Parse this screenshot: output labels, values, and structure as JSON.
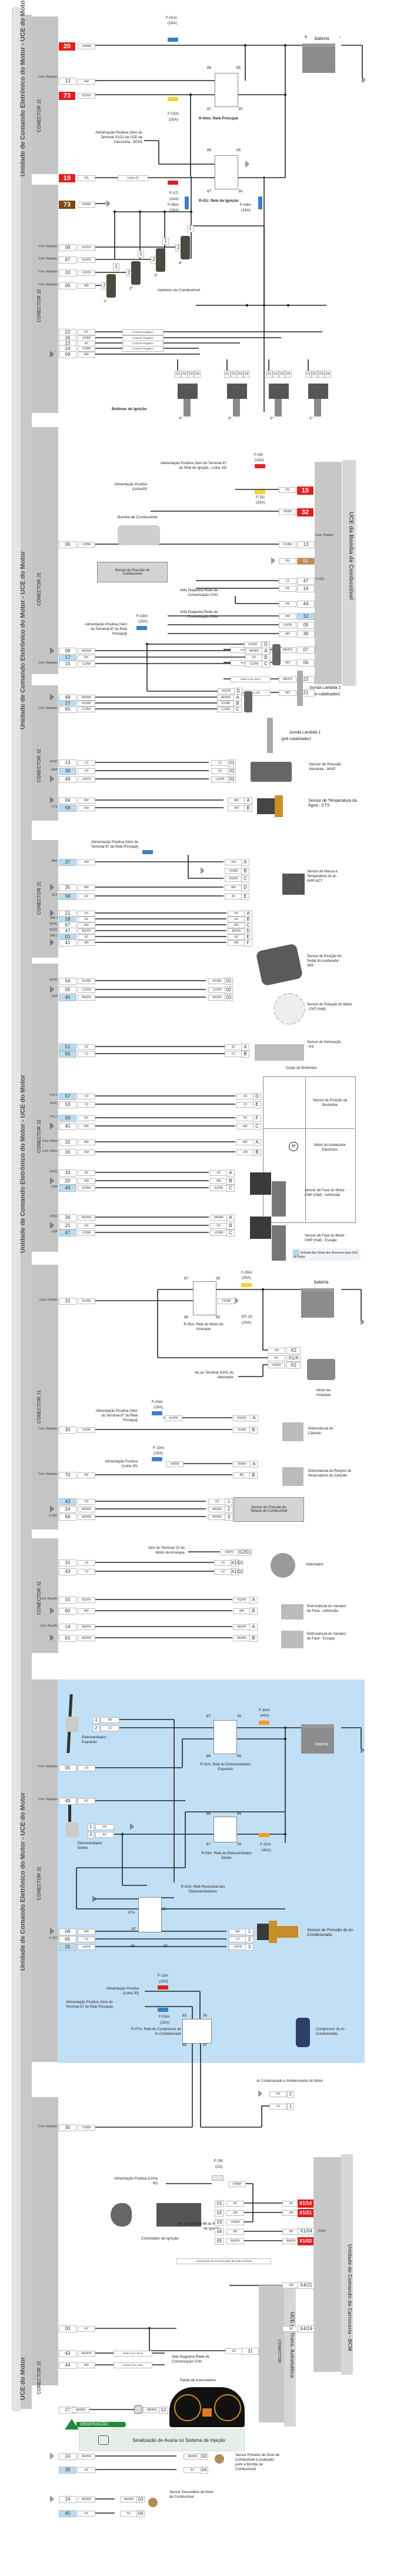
{
  "ecu": {
    "full_name": "Unidade de Comando Eletrônico do Motor - UCE do Motor",
    "short_name": "UCE do Motor"
  },
  "connectors": {
    "j1": "CONECTOR J1",
    "j2": "CONECTOR J2",
    "generic": "CONECTOR"
  },
  "section_power": {
    "fuses": [
      {
        "id": "F-01m",
        "rating": "(15A)"
      },
      {
        "id": "F-02m",
        "rating": "(20A)"
      },
      {
        "id": "F-07i",
        "rating": "(10A)"
      },
      {
        "id": "F-05m",
        "rating": "(15A)"
      },
      {
        "id": "F-04m",
        "rating": "(15A)"
      }
    ],
    "battery_label": "bateria",
    "battery_plus": "+",
    "battery_minus": "-",
    "relay_main": {
      "name": "R-04m: Relé Principal",
      "t86": "86",
      "t85": "85",
      "t87": "87",
      "t30": "30"
    },
    "relay_ign": {
      "name": "R-01i: Relé de Ignição",
      "t86": "86",
      "t85": "85",
      "t87": "87",
      "t30": "30"
    },
    "bcm_feed": "Alimentação Positiva (Vem do Terminal X1/21 da UCE da Carroceria - BCM)",
    "linha15": "Linha 15",
    "pins": [
      {
        "pin": "20",
        "wire": "VM/BR",
        "side": ""
      },
      {
        "pin": "13",
        "wire": "AM",
        "side": "Cont. Negativo"
      },
      {
        "pin": "73",
        "wire": "RS/PR",
        "side": ""
      },
      {
        "pin": "19",
        "wire": "RS",
        "side": ""
      },
      {
        "pin": "73",
        "wire": "PR/BR",
        "side": ""
      }
    ]
  },
  "section_injectors": {
    "title": "Injetores de Combustível",
    "rows": [
      {
        "pin": "08",
        "wire": "AZ/PR",
        "side": "Cont. Negativo",
        "order": "4º"
      },
      {
        "pin": "07",
        "wire": "RS/PR",
        "side": "Cont. Negativo",
        "order": "3º"
      },
      {
        "pin": "10",
        "wire": "VD/PR",
        "side": "Cont. Negativo",
        "order": "2º"
      },
      {
        "pin": "06",
        "wire": "MR",
        "side": "Cont. Negativo",
        "order": "1º"
      }
    ],
    "inj_pin1": "1",
    "inj_pin2": "2"
  },
  "section_coils": {
    "title": "Bobinas de Ignição",
    "control_label": "Controle Negativo",
    "rows": [
      {
        "pin": "22",
        "wire": "RX"
      },
      {
        "pin": "26",
        "wire": "LR/BR"
      },
      {
        "pin": "23",
        "wire": "AZ"
      },
      {
        "pin": "24",
        "wire": "VD/BR"
      },
      {
        "pin": "09",
        "wire": "MR"
      }
    ],
    "coil_pins": [
      "01",
      "02",
      "03",
      "04"
    ],
    "coil_orders": [
      "4º",
      "3º",
      "2º",
      "1º"
    ]
  },
  "section_fuel_pump": {
    "module": "UCE da Bomba de Combustível",
    "fuses": [
      {
        "id": "F-09i",
        "rating": "(10A)"
      },
      {
        "id": "F-31i",
        "rating": "(20A)"
      },
      {
        "id": "F-03m",
        "rating": "(15A)"
      }
    ],
    "feed_ign": "Alimentação Positiva (Vem do Terminal 87 do Relé de Ignição - Linha 15)",
    "feed_30": "Alimentação Positiva (Linha30)",
    "feed_main": "Alimentação Positiva (Vem do Terminal 87 do Relé Principal)",
    "pump": "Bomba de Combustível",
    "pressure_sensor": "Sensor de Pressão do Combustível",
    "can_note": "Vide Diagrama Rede de Comunicação CAN",
    "can_high": "Rede CAN HIGH",
    "can_low": "Rede CAN LOW",
    "cont_positivo": "Cont. Positivo",
    "v5": "5 VDC",
    "module_pins": [
      {
        "pin": "15",
        "wire": "RS"
      },
      {
        "pin": "32",
        "wire": "VM/BR"
      },
      {
        "pin": "13",
        "wire": "VD/BR"
      },
      {
        "pin": "01",
        "wire": "PR"
      },
      {
        "pin": "47",
        "wire": "CZ"
      },
      {
        "pin": "16",
        "wire": "PR"
      },
      {
        "pin": "44",
        "wire": "PR"
      },
      {
        "pin": "10",
        "wire": "AM"
      },
      {
        "pin": "05",
        "wire": "LR/PR"
      },
      {
        "pin": "36",
        "wire": "MR"
      },
      {
        "pin": "07",
        "wire": "MR/PR"
      },
      {
        "pin": "06",
        "wire": "MR"
      },
      {
        "pin": "22",
        "wire": "MR/PR"
      },
      {
        "pin": "21",
        "wire": "MR"
      }
    ],
    "ecu_pin": {
      "pin": "06",
      "wire": "VD/BR"
    }
  },
  "section_lambda": {
    "lambda2": "Sonda Lambda 2",
    "lambda2_sub": "(pós-catalisador)",
    "lambda1": "Sonda Lambda 1",
    "lambda1_sub": "(pré-catalisador)",
    "rows2": [
      {
        "pin": "09",
        "wire": "MR/BR",
        "term": "A",
        "side": "gnd"
      },
      {
        "pin": "17",
        "wire": "RX",
        "term": "B",
        "side": ""
      },
      {
        "pin": "15",
        "wire": "CZ/BR",
        "term": "C",
        "side": "Cont. Negativo"
      }
    ],
    "rows1": [
      {
        "pin": "48",
        "wire": "MR/BR",
        "term": "A",
        "side": "gnd"
      },
      {
        "pin": "37",
        "wire": "RX/BR",
        "term": "B",
        "side": ""
      },
      {
        "pin": "65",
        "wire": "CZ/BR",
        "term": "C",
        "side": "Cont. Negativo"
      }
    ],
    "feed_wire": "RS/PR",
    "feed_term": "D"
  },
  "section_map": {
    "title": "Sensor de Pressão Absoluta - MAP",
    "rows": [
      {
        "pin": "13",
        "wire": "CZ",
        "term": "01",
        "side": "5VDC"
      },
      {
        "pin": "39",
        "wire": "VD",
        "term": "02",
        "side": "MAP"
      },
      {
        "pin": "49",
        "wire": "LR/PR",
        "term": "03",
        "side": "gnd"
      }
    ]
  },
  "section_cts": {
    "title": "Sensor de Temperatura da Água - CTS",
    "rows": [
      {
        "pin": "04",
        "wire": "MR",
        "term": "A",
        "side": "gnd"
      },
      {
        "pin": "58",
        "wire": "AM",
        "term": "B",
        "side": "CTS"
      }
    ]
  },
  "section_maf": {
    "title": "Sensor de Massa e Temperatura do ar - MAF/ACT",
    "rows": [
      {
        "pin": "37",
        "wire": "AM",
        "term": "A",
        "side": "MAF"
      },
      {
        "pin": "",
        "wire": "PR/BR",
        "term": "B",
        "side": "gnd"
      },
      {
        "pin": "",
        "wire": "RS/PR",
        "term": "C",
        "side": ""
      },
      {
        "pin": "35",
        "wire": "MR",
        "term": "D",
        "side": "gnd"
      },
      {
        "pin": "58",
        "wire": "AZ",
        "term": "E",
        "side": "ACT"
      }
    ]
  },
  "section_spa": {
    "title": "Sensor de Posição do Pedal do Acelerador - SPA",
    "rows": [
      {
        "pin": "21",
        "wire": "RX",
        "term": "A",
        "side": "gnd"
      },
      {
        "pin": "18",
        "wire": "AZ",
        "term": "B",
        "side": "SPA 2"
      },
      {
        "pin": "67",
        "wire": "MR",
        "term": "C",
        "side": "5VDC"
      },
      {
        "pin": "47",
        "wire": "BR/PR",
        "term": "D",
        "side": "5VDC"
      },
      {
        "pin": "01",
        "wire": "AZ",
        "term": "E",
        "side": "SPA 1"
      },
      {
        "pin": "41",
        "wire": "MR",
        "term": "F",
        "side": "gnd"
      }
    ]
  },
  "section_ckp": {
    "title": "Sensor de Rotação do Motor - CKP (Hall)",
    "rows": [
      {
        "pin": "54",
        "wire": "RX/BR",
        "term": "01",
        "side": "5VDC"
      },
      {
        "pin": "05",
        "wire": "CZ/PR",
        "term": "02",
        "side": "gnd"
      },
      {
        "pin": "45",
        "wire": "BR/PR",
        "term": "03",
        "side": "CKP"
      }
    ]
  },
  "section_ks": {
    "title": "Sensor de Detonação - KS",
    "rows": [
      {
        "pin": "51",
        "wire": "AZ",
        "term": "A"
      },
      {
        "pin": "50",
        "wire": "CZ",
        "term": "B"
      }
    ]
  },
  "section_throttle": {
    "title": "Corpo de Borboleta",
    "tps": "Sensor de Posição da Borboleta",
    "motor": "Motor do Acelerador Eletrônico",
    "motor_symbol": "M",
    "rows": [
      {
        "pin": "57",
        "wire": "VD",
        "term": "D",
        "side": "TPS 1"
      },
      {
        "pin": "53",
        "wire": "CZ",
        "term": "E",
        "side": "5VDC"
      },
      {
        "pin": "59",
        "wire": "RX",
        "term": "F",
        "side": "TPS 2"
      },
      {
        "pin": "40",
        "wire": "MR",
        "term": "C",
        "side": "gnd"
      },
      {
        "pin": "32",
        "wire": "MR",
        "term": "A",
        "side": "Cont. Motor"
      },
      {
        "pin": "16",
        "wire": "AM",
        "term": "B",
        "side": "Cont. Motor"
      }
    ]
  },
  "section_cmp": {
    "intake": "Sensor de Fase do Motor - CMP (Hall) - Admissão",
    "exhaust": "Sensor de Fase do Motor - CMP (Hall) - Escape",
    "rows_intake": [
      {
        "pin": "33",
        "wire": "AZ",
        "term": "A",
        "side": "5VDC"
      },
      {
        "pin": "20",
        "wire": "MR",
        "term": "B",
        "side": "gnd"
      },
      {
        "pin": "46",
        "wire": "AZ/BR",
        "term": "C",
        "side": "CMP"
      }
    ],
    "rows_exhaust": [
      {
        "pin": "34",
        "wire": "MR/BR",
        "term": "A",
        "side": "5VDC"
      },
      {
        "pin": "21",
        "wire": "RX",
        "term": "B",
        "side": "gnd"
      },
      {
        "pin": "47",
        "wire": "VD/BR",
        "term": "C",
        "side": "CMP"
      }
    ],
    "legend": "Entrada dos Sinais dos Sensores para UCE do Motor"
  },
  "section_starter": {
    "fuse_main": {
      "id": "F-35m",
      "rating": "(20A)"
    },
    "fuse_ef": {
      "id": "EF-13",
      "rating": "(10A)"
    },
    "relay": {
      "name": "R-05m: Relé do Motor de Arranque",
      "t87": "87",
      "t30": "30",
      "t86": "86",
      "t85": "85"
    },
    "battery_label": "bateria",
    "pin": {
      "pin": "32",
      "wire": "RX/BR",
      "side": "Cont. Positivo"
    },
    "relay_gnd_wire": "PR/BR",
    "starter": "Motor de Arranque",
    "starter_terms": [
      {
        "wire": "VM",
        "term": "X2"
      },
      {
        "wire": "RX",
        "term": "X1/A"
      },
      {
        "wire": "VM/PR",
        "term": "X2"
      }
    ],
    "to_alternator": "Vai ao Terminal X2/01 do Alternador"
  },
  "section_canister": {
    "fuse1": {
      "id": "F-03m",
      "rating": "(15A)"
    },
    "fuse2": {
      "id": "F-10m",
      "rating": "(15A)"
    },
    "feed_main": "Alimentação Positiva (Vem do Terminal 87 do Relé Principal)",
    "feed_30": "Alimentação Positiva (Linha 30)",
    "valve1": "Eletroválvula do Cânister",
    "valve2": "Eletroválvula do Respiro do Reservatório do Cânister",
    "rows1": [
      {
        "pin": "",
        "wire": "RS/PR",
        "term": "A"
      },
      {
        "pin": "30",
        "wire": "VD/BR",
        "term": "B",
        "side": "Cont. Negativo"
      }
    ],
    "rows2": [
      {
        "pin": "",
        "wire": "VM/BR",
        "term": "A"
      },
      {
        "pin": "70",
        "wire": "BR",
        "term": "B",
        "side": "Cont. Negativo"
      }
    ]
  },
  "section_tank": {
    "title": "Sensor de Pressão do Tanque de Combustível",
    "rows": [
      {
        "pin": "42",
        "wire": "VD",
        "term": "1",
        "side": ""
      },
      {
        "pin": "24",
        "wire": "MR/BR",
        "term": "2",
        "side": "gnd"
      },
      {
        "pin": "66",
        "wire": "MR/BR",
        "term": "3",
        "side": "5 VDC"
      }
    ]
  },
  "section_alternator": {
    "title": "Alternador",
    "feed": "Vem do Terminal X2 do Motor de Arranque",
    "rows": [
      {
        "pin": "",
        "wire": "VM/PR",
        "term": "X2/01"
      },
      {
        "pin": "31",
        "wire": "LR",
        "term": "X1/01"
      },
      {
        "pin": "43",
        "wire": "CZ",
        "term": "X1/02"
      }
    ]
  },
  "section_vvt": {
    "intake": "Eletroválvula do Variador de Fase - Admissão",
    "exhaust": "Eletroválvula do Variador de Fase - Escape",
    "rows_intake": [
      {
        "pin": "15",
        "wire": "RS/PR",
        "term": "A",
        "side": "Cont. Atuador"
      },
      {
        "pin": "60",
        "wire": "MR",
        "term": "B",
        "side": "gnd"
      }
    ],
    "rows_exhaust": [
      {
        "pin": "14",
        "wire": "BR/PR",
        "term": "A",
        "side": "Cont. Atuador"
      },
      {
        "pin": "61",
        "wire": "MR/BR",
        "term": "B",
        "side": "gnd"
      }
    ]
  },
  "section_ac": {
    "zone_title": "Ar Condicionado e Arrefecimento do Motor",
    "fan_left": "Eletroventilador Esquerdo",
    "fan_right": "Eletroventilador Direito",
    "fan_symbol": "M",
    "fan_left_pins": [
      {
        "pin": "1",
        "wire": "BR"
      },
      {
        "pin": "2",
        "wire": "CZ"
      }
    ],
    "fan_right_pins": [
      {
        "pin": "1",
        "wire": "PR"
      },
      {
        "pin": "2",
        "wire": "AZ"
      }
    ],
    "relay_left": {
      "name": "R-01m: Relé do Eletroventilador Esquerdo",
      "t87": "87",
      "t30": "30",
      "t86": "86",
      "t85": "85"
    },
    "relay_right": {
      "name": "R-03m: Relé do Eletroventilador Direito",
      "t87": "87",
      "t30": "30",
      "t86": "86",
      "t85": "85"
    },
    "relay_rev": {
      "name": "R-02m: Relé Reversível dos Eletroventiladores",
      "t87a": "87A",
      "t87": "87",
      "t30": "30",
      "t86": "86",
      "t85": "85"
    },
    "relay_comp": {
      "name": "R-07m: Relé do Compressor do Ar-Condicionado",
      "t85": "85",
      "t30": "30",
      "t86": "86",
      "t87": "87"
    },
    "fuse_left": {
      "id": "F-30m",
      "rating": "(40A)"
    },
    "fuse_right": {
      "id": "F-31m",
      "rating": "(40A)"
    },
    "fuse_comp30": {
      "id": "F-11m",
      "rating": "(10A)"
    },
    "fuse_comp87": {
      "id": "F-03m",
      "rating": "(15A)"
    },
    "battery_label": "bateria",
    "ecu_pins": [
      {
        "pin": "05",
        "wire": "VD",
        "side": "Cont. Negativo"
      },
      {
        "pin": "49",
        "wire": "AZ",
        "side": "Cont. Negativo"
      }
    ],
    "ac_sensor": "Sensor de Pressão do Ar-Condicionado",
    "ac_rows": [
      {
        "pin": "08",
        "wire": "MR",
        "term": "1",
        "side": "gnd"
      },
      {
        "pin": "65",
        "wire": "CZ",
        "term": "2",
        "side": "5 VDC"
      },
      {
        "pin": "25",
        "wire": "LR/PR",
        "term": "3",
        "side": ""
      }
    ],
    "feed_30": "Alimentação Positiva (Linha 30)",
    "feed_main": "Alimentação Positiva (Vem do Terminal 87 do Relé Principal)",
    "compressor": "Compressor do Ar-Condicionado",
    "compressor_pins": [
      {
        "wire": "PR",
        "term": "2"
      },
      {
        "wire": "VD",
        "term": "1"
      }
    ],
    "comp_ecu_pin": {
      "pin": "30",
      "wire": "VD/BR",
      "side": "Cont. Negativo"
    }
  },
  "section_bcm": {
    "module": "Unidade de Comando da Carroceria - BCM",
    "tcm": "UCE da Trans. Automática",
    "fuse": {
      "id": "F-26i",
      "rating": "(2A)"
    },
    "feed_30": "Alimentação Positiva (Linha 30)",
    "switch": "Comutador de Ignição",
    "switch_rows": [
      {
        "term": "01",
        "wire": "RS",
        "bcm_wire": "RS",
        "bcm": "X1/14",
        "hl": true
      },
      {
        "term": "02",
        "wire": "AM",
        "bcm_wire": "AM",
        "bcm": "X1/21",
        "hl": true
      },
      {
        "term": "03",
        "wire": "VM/BR",
        "bcm_wire": "",
        "bcm": "",
        "hl": false
      },
      {
        "term": "04",
        "wire": "BR",
        "bcm_wire": "BR",
        "bcm": "X1/04",
        "hl": false
      },
      {
        "term": "05",
        "wire": "BR/PR",
        "bcm_wire": "BR/PR",
        "bcm": "X1/02",
        "hl": true
      }
    ],
    "fuse_wire": "VM/BR",
    "v5": "5VDC",
    "to_ign_relay": "Vai ao Terminal 86 do Relé de Ignição",
    "to_ign_wire": "AM",
    "to_ign_term": "X4/21",
    "serial_label": "Inicialização da Comunicação de Dados Seriais",
    "serial_ecu": {
      "pin": "03",
      "wire": "AZ"
    },
    "serial_bcm": {
      "wire": "AZ",
      "term": "X4/19"
    },
    "serial_tcm": {
      "wire": "AZ",
      "term": "11"
    },
    "can_rows": [
      {
        "pin": "43",
        "wire": "MR/PR",
        "label": "Rede CAN HIGH"
      },
      {
        "pin": "44",
        "wire": "MR",
        "label": "Rede CAN LOW"
      }
    ],
    "can_note": "Vide Diagrama Rede de Comunicação CAN"
  },
  "section_cluster": {
    "title": "Painel de Instrumentos",
    "row": {
      "pin": "27",
      "wire": "MR/BR",
      "term": "12"
    },
    "obs_title": "OBSERVAÇÃO",
    "obs_text": "Sinalização de Avaria no Sistema de Injeção"
  },
  "section_fuel_level": {
    "primary": "Sensor Primário de Nível de Combustível (Localizado junto à Bomba de Combustível)",
    "secondary": "Sensor Secundário de Nível de Combustível",
    "rows_primary": [
      {
        "pin": "24",
        "wire": "MR/BR",
        "term": "03",
        "side": "gnd"
      },
      {
        "pin": "39",
        "wire": "AZ",
        "term": "04",
        "side": ""
      }
    ],
    "rows_secondary": [
      {
        "pin": "24",
        "wire": "MR/BR",
        "term": "03",
        "side": "gnd"
      },
      {
        "pin": "40",
        "wire": "AZ",
        "term": "04",
        "side": ""
      }
    ]
  },
  "colors": {
    "signal_pin": "#b8dcf2",
    "power_pin": "#e02020",
    "ground_pin": "#7a4a10",
    "ac_zone": "#c2e0f5",
    "fuse_15a": "#3a7fc8",
    "fuse_20a": "#f2d43a",
    "fuse_10a": "#e02020",
    "fuse_40a": "#f59a2a",
    "obs_green": "#1f8a3a"
  }
}
